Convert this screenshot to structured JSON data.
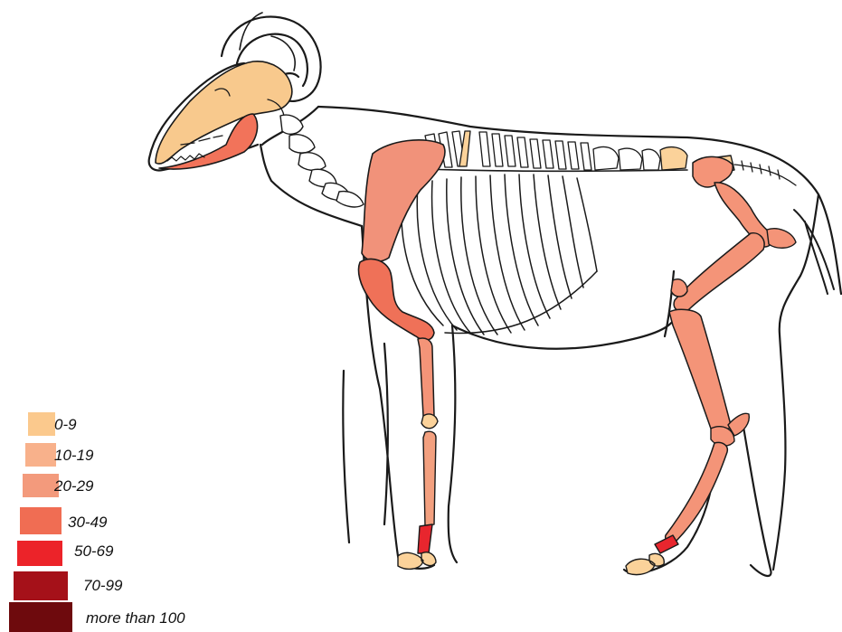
{
  "colors": {
    "outline": "#1a1a1a",
    "bone_white": "#ffffff",
    "skull": "#f8c98d",
    "jaw": "#f2735a",
    "scapula": "#f1927a",
    "humerus_cap": "#ef7158",
    "limb": "#f49478",
    "limb_mid": "#f3a07f",
    "metapodial_red": "#e8262e",
    "vertebra_light": "#fbd29a",
    "hoof": "#fbd29a"
  },
  "legend": {
    "items": [
      {
        "label": "0-9",
        "color": "#fbc98d"
      },
      {
        "label": "10-19",
        "color": "#f8b18b"
      },
      {
        "label": "20-29",
        "color": "#f39a7c"
      },
      {
        "label": "30-49",
        "color": "#f06d53"
      },
      {
        "label": "50-69",
        "color": "#ec2329"
      },
      {
        "label": "70-99",
        "color": "#a51119"
      },
      {
        "label": "more than 100",
        "color": "#6e0a0d"
      }
    ]
  }
}
